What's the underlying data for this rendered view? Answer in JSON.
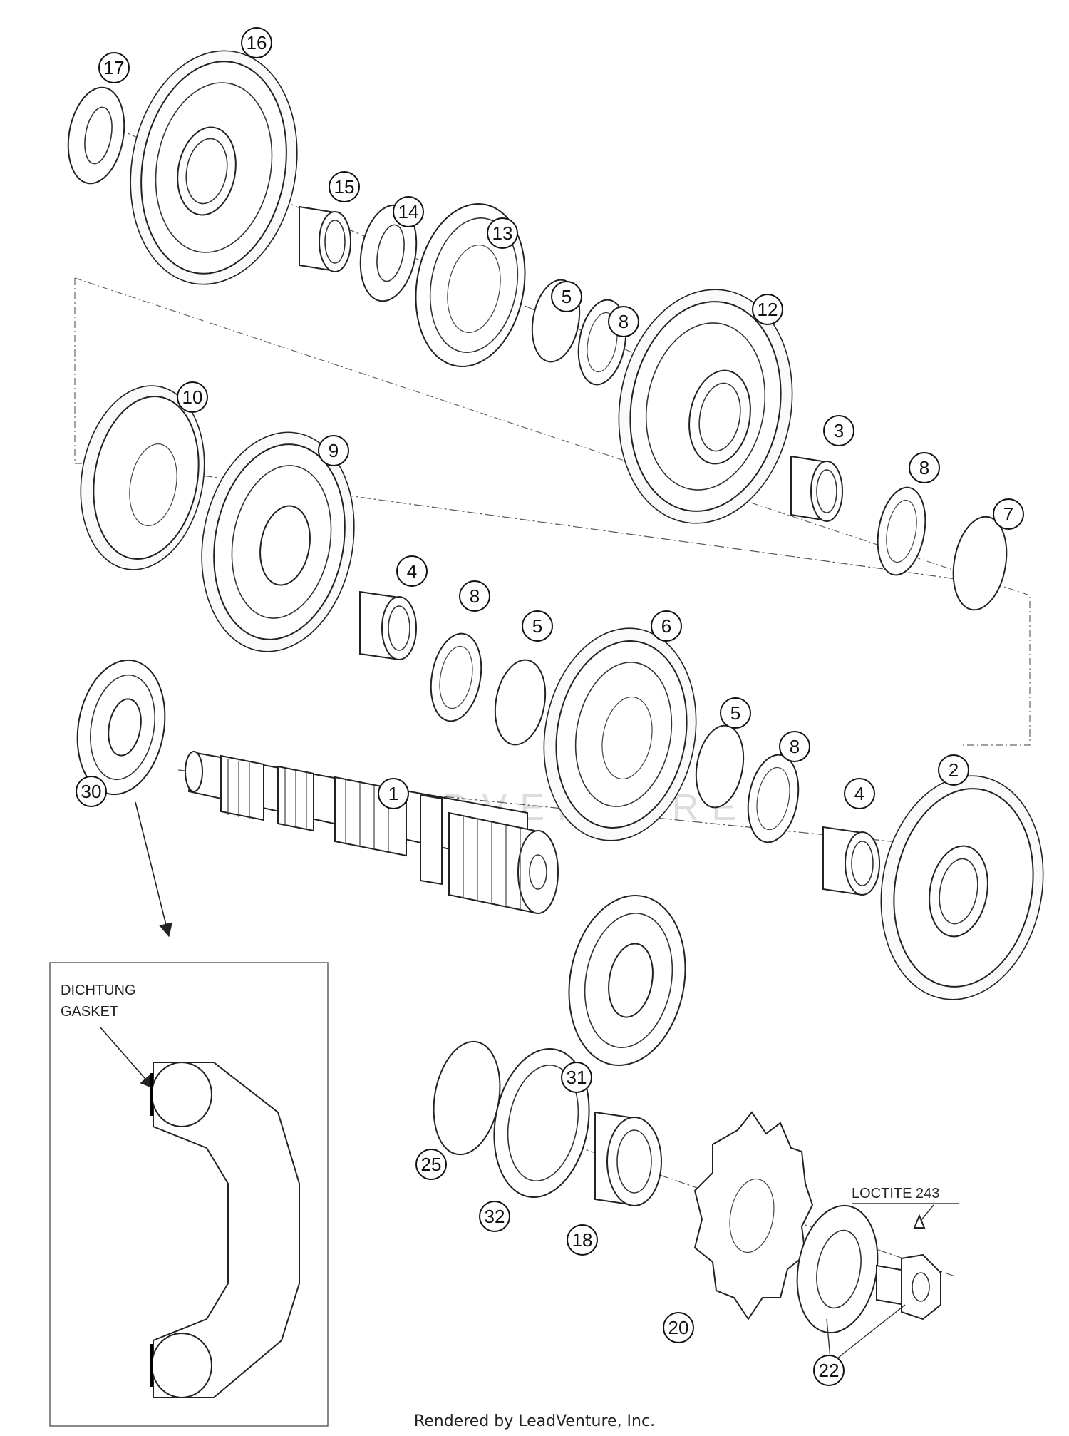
{
  "callouts": {
    "p1": "1",
    "p2": "2",
    "p3": "3",
    "p4a": "4",
    "p4b": "4",
    "p5a": "5",
    "p5b": "5",
    "p5c": "5",
    "p6": "6",
    "p7": "7",
    "p8a": "8",
    "p8b": "8",
    "p8c": "8",
    "p8d": "8",
    "p9": "9",
    "p10": "10",
    "p12": "12",
    "p13": "13",
    "p14": "14",
    "p15": "15",
    "p16": "16",
    "p17": "17",
    "p18": "18",
    "p20": "20",
    "p22": "22",
    "p25": "25",
    "p30": "30",
    "p31": "31",
    "p32": "32"
  },
  "detail": {
    "label_de": "DICHTUNG",
    "label_en": "GASKET"
  },
  "annotations": {
    "loctite": "LOCTITE 243"
  },
  "watermark": "LEADVENTURE",
  "footer": "Rendered by LeadVenture, Inc."
}
